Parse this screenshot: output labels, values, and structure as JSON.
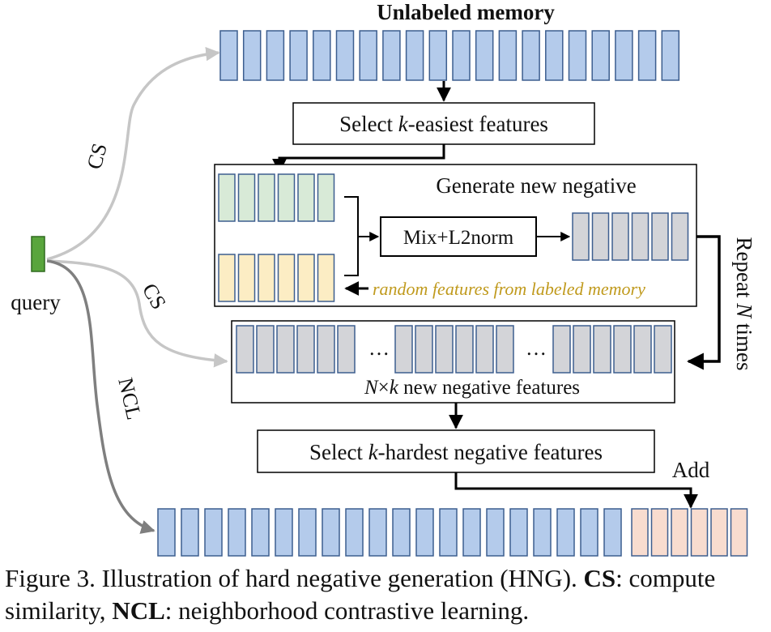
{
  "title": "Unlabeled memory",
  "query_label": "query",
  "steps": {
    "select_easy": {
      "pre": "Select ",
      "k": "k",
      "post": "-easiest features"
    },
    "generate_title": "Generate new negative",
    "mix": "Mix+L2norm",
    "random_note": "random features from labeled memory",
    "repeat": {
      "pre": "Repeat ",
      "n": "N",
      "post": " times"
    },
    "ellipsis": "…",
    "nk": {
      "n": "N",
      "times": "×",
      "k": "k",
      "post": " new negative features"
    },
    "select_hard": {
      "pre": "Select ",
      "k": "k",
      "post": "-hardest negative features"
    },
    "add": "Add"
  },
  "edges": {
    "cs1": "CS",
    "cs2": "CS",
    "ncl": "NCL"
  },
  "feature_counts": {
    "unlabeled_memory": 20,
    "easy_features": 6,
    "labeled_random": 6,
    "generated": 6,
    "nk_group": 6,
    "bottom_blue": 20,
    "bottom_added": 6
  },
  "caption": {
    "figure": "Figure 3. Illustration of hard negative generation (HNG). ",
    "cs_bold": "CS",
    "cs_desc": ": compute similarity, ",
    "ncl_bold": "NCL",
    "ncl_desc": ": neighborhood contrastive learning."
  },
  "colors": {
    "blue_fill": "#b4cbeb",
    "border": "#3d5e8f",
    "green_fill": "#d8ead7",
    "yellow_fill": "#fcedc4",
    "gray_fill": "#d3d4d8",
    "peach_fill": "#f8dccf",
    "query_fill": "#59a53c",
    "note_color": "#c09a1d",
    "light_arrow": "#c6c6c6",
    "dark_arrow": "#7f7f7f"
  }
}
